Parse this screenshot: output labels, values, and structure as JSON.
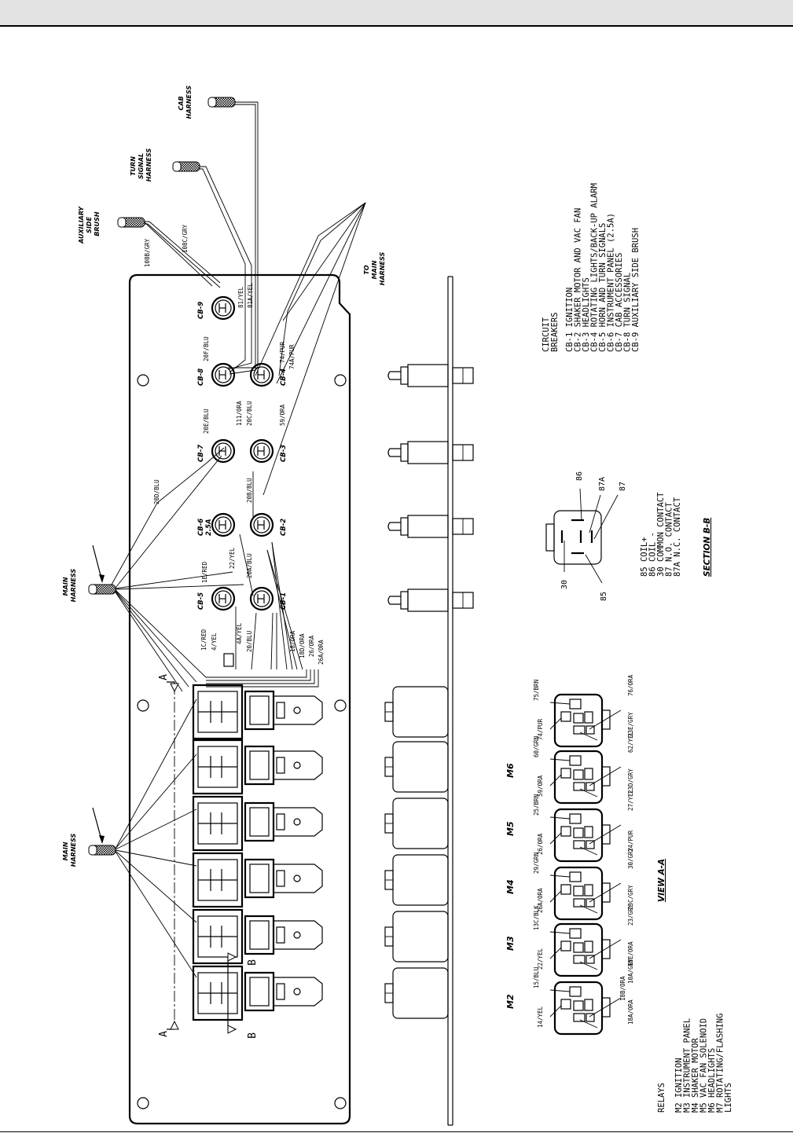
{
  "harness_labels": {
    "cab": [
      "CAB",
      "HARNESS"
    ],
    "turn_signal": [
      "TURN",
      "SIGNAL",
      "HARNESS"
    ],
    "aux_side_brush": [
      "AUXILIARY",
      "SIDE",
      "BRUSH"
    ],
    "main_upper": [
      "MAIN",
      "HARNESS"
    ],
    "main_lower": [
      "MAIN",
      "HARNESS"
    ],
    "to_main": [
      "TO",
      "MAIN",
      "HARNESS"
    ]
  },
  "breakers": [
    {
      "id": "cb1",
      "label": "CB-1"
    },
    {
      "id": "cb2",
      "label": "CB-2"
    },
    {
      "id": "cb3",
      "label": "CB-3"
    },
    {
      "id": "cb4",
      "label": "CB-4"
    },
    {
      "id": "cb5",
      "label": "CB-5"
    },
    {
      "id": "cb6",
      "label": "CB-6",
      "sub": "2.5A"
    },
    {
      "id": "cb7",
      "label": "CB-7"
    },
    {
      "id": "cb8",
      "label": "CB-8"
    },
    {
      "id": "cb9",
      "label": "CB-9"
    }
  ],
  "wire_labels": {
    "w108b": "108B/GRY",
    "w108c": "108C/GRY",
    "w81": "81/YEL",
    "w81a": "81A/YEL",
    "w20f": "20F/BLU",
    "w20e": "20E/BLU",
    "w111": "111/ORA",
    "w20c": "20C/BLU",
    "w59": "59/ORA",
    "w74": "74/PUR",
    "w74a": "74A/PUR",
    "w20d": "20D/BLU",
    "w20b": "20B/BLU",
    "w1e": "1E/RED",
    "w22": "22/YEL",
    "w20a": "20A/BLU",
    "w1c": "1C/RED",
    "w4": "4/YEL",
    "w4a": "4A/YEL",
    "w20": "20/BLU",
    "w18": "18/ORA",
    "w18d": "18D/ORA",
    "w26": "26/ORA",
    "w26a": "26A/ORA"
  },
  "section_markers": {
    "a": "A",
    "b": "B"
  },
  "breaker_legend": {
    "title": [
      "CIRCUIT",
      "BREAKERS"
    ],
    "items": [
      "CB-1  IGNITION",
      "CB-2  SHAKER MOTOR AND VAC FAN",
      "CB-3  HEADLIGHTS",
      "CB-4  ROTATING LIGHTS/BACK-UP ALARM",
      "CB-5  HORN AND TURN SIGNALS",
      "CB-6  INSTRUMENT PANEL (2.5A)",
      "CB-7  CAB  ACCESSORIES",
      "CB-8  TURN SIGNAL",
      "CB-9  AUXILIARY SIDE BRUSH"
    ]
  },
  "section_bb": {
    "pins": {
      "p86": "86",
      "p87a": "87A",
      "p87": "87",
      "p30": "30",
      "p85": "85"
    },
    "legend": [
      "85  COIL+",
      "86  COIL -",
      "30  COMMON CONTACT",
      "87  N.O. CONTACT",
      "87A N.C. CONTACT"
    ],
    "title": "SECTION B-B"
  },
  "relay_views": [
    {
      "name": "M2",
      "wires": [
        "14/YEL",
        "15/BLU",
        "10A/GRY",
        "18A/ORA",
        "18B/ORA"
      ]
    },
    {
      "name": "M3",
      "wires": [
        "22/YEL",
        "13C/BLK",
        "23/GRY",
        "18E/ORA"
      ]
    },
    {
      "name": "M4",
      "wires": [
        "26A/ORA",
        "29/GRN",
        "30/GRY",
        "23C/GRY"
      ]
    },
    {
      "name": "M5",
      "wires": [
        "26/ORA",
        "25/BRN",
        "27/YEL",
        "24/PUR"
      ]
    },
    {
      "name": "M6",
      "wires": [
        "59/ORA",
        "60/GRN",
        "62/YEL",
        "23D/GRY"
      ]
    },
    {
      "name": "",
      "wires": [
        "74/PUR",
        "75/BRN",
        "76/ORA",
        "23E/GRY"
      ]
    }
  ],
  "view_aa": "VIEW A-A",
  "relay_legend": {
    "title": "RELAYS",
    "items": [
      "M2  IGNITION",
      "M3  INSTRUMENT PANEL",
      "M4  SHAKER MOTOR",
      "M5  VAC FAN SOLENOID",
      "M6  HEADLIGHTS",
      "M7  ROTATING/FLASHING",
      "     LIGHTS"
    ]
  }
}
